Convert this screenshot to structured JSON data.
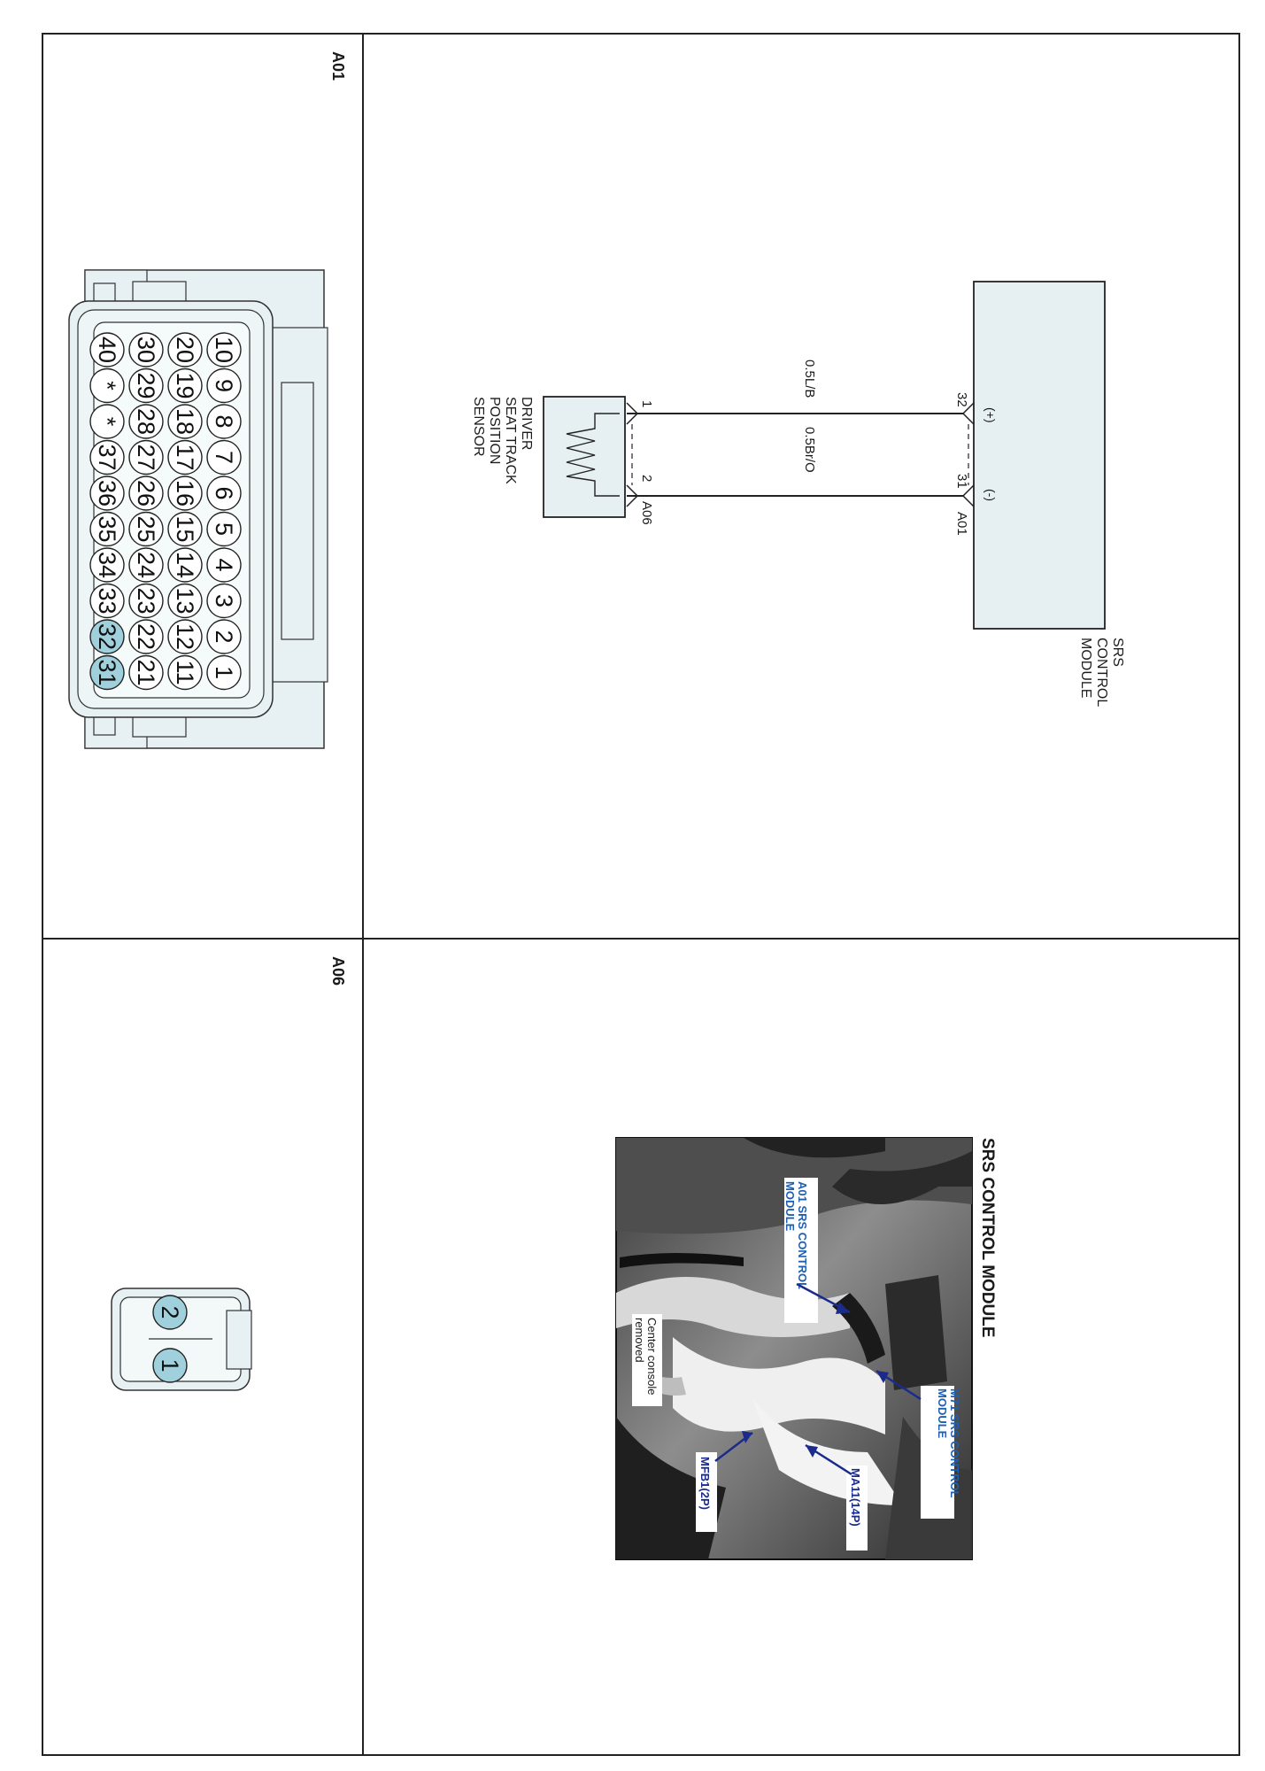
{
  "connectors": {
    "a01": {
      "title": "A01",
      "rows": [
        [
          "10",
          "9",
          "8",
          "7",
          "6",
          "5",
          "4",
          "3",
          "2",
          "1"
        ],
        [
          "20",
          "19",
          "18",
          "17",
          "16",
          "15",
          "14",
          "13",
          "12",
          "11"
        ],
        [
          "30",
          "29",
          "28",
          "27",
          "26",
          "25",
          "24",
          "23",
          "22",
          "21"
        ],
        [
          "40",
          "*",
          "*",
          "37",
          "36",
          "35",
          "34",
          "33",
          "32",
          "31"
        ]
      ],
      "highlighted": [
        "31",
        "32"
      ]
    },
    "a06": {
      "title": "A06",
      "pins": [
        "2",
        "1"
      ],
      "highlighted": [
        "1",
        "2"
      ]
    }
  },
  "schematic": {
    "srs_module": {
      "line1": "SRS",
      "line2": "CONTROL",
      "line3": "MODULE"
    },
    "srs_connector": "A01",
    "srs_pins": {
      "plus": "32",
      "minus": "31",
      "plus_sign": "(+)",
      "minus_sign": "(-)"
    },
    "wires": {
      "wire1": "0.5L/B",
      "wire2": "0.5Br/O"
    },
    "sensor": {
      "line1": "DRIVER",
      "line2": "SEAT TRACK",
      "line3": "POSITION",
      "line4": "SENSOR"
    },
    "sensor_connector": "A06",
    "sensor_pins": {
      "p1": "1",
      "p2": "2"
    }
  },
  "photo": {
    "title": "SRS CONTROL MODULE",
    "callouts": {
      "a01_line1": "A01 SRS CONTROL",
      "a01_line2": "MODULE",
      "m71_line1": "M71 SRS CONTROL",
      "m71_line2": "MODULE",
      "ma11": "MA11(14P)",
      "mfb1": "MFB1(2P)",
      "console_line1": "Center console",
      "console_line2": "removed"
    }
  },
  "colors": {
    "pin_highlight": "#9fd0dc",
    "connector_fill": "#e7f1f3",
    "module_fill": "#e6f0f2",
    "callout_blue": "#1f5fb0"
  }
}
